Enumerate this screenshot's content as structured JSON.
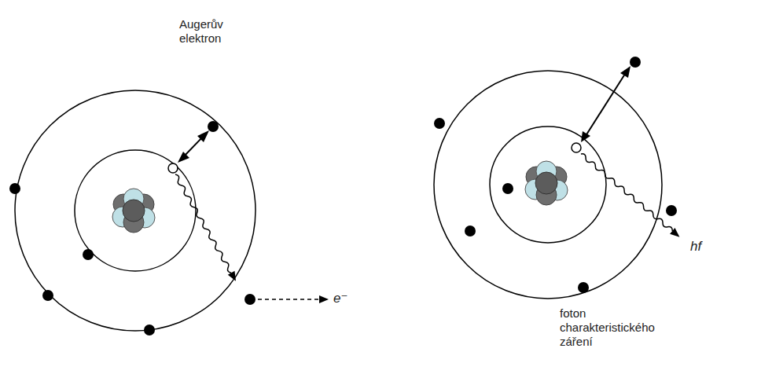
{
  "diagram": {
    "labels": [
      "Augerův elektron",
      "e⁻",
      "hf",
      "foton charakteristického záření"
    ]
  }
}
